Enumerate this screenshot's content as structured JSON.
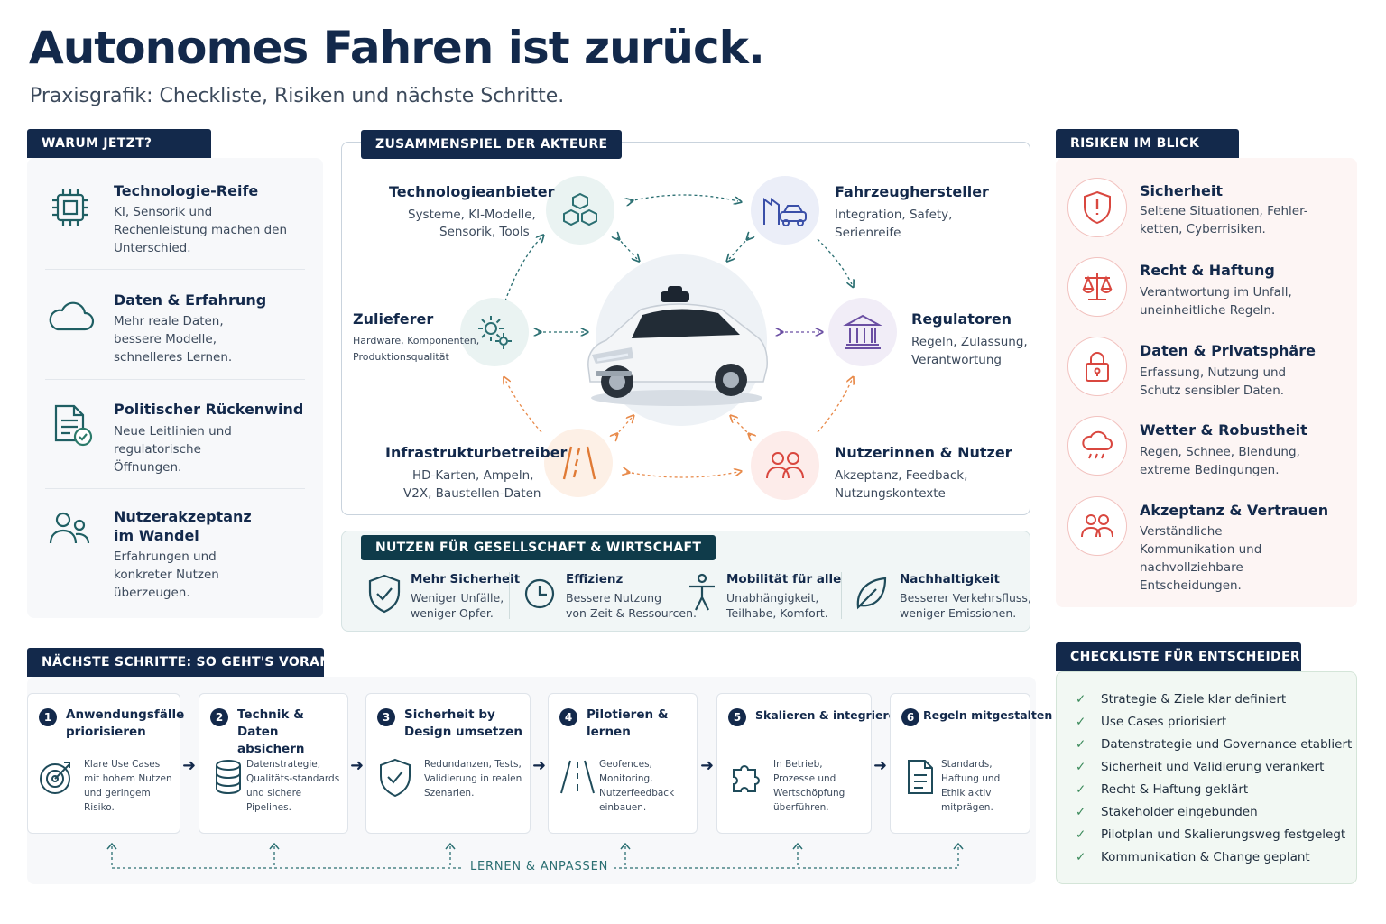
{
  "header": {
    "title": "Autonomes Fahren ist zurück.",
    "subtitle": "Praxisgrafik: Checkliste, Risiken und nächste Schritte."
  },
  "why_now": {
    "tag": "WARUM JETZT?",
    "items": [
      {
        "title": "Technologie-Reife",
        "text": "KI, Sensorik und Rechenleistung machen den Unterschied.",
        "icon": "chip-icon"
      },
      {
        "title": "Daten & Erfahrung",
        "text": "Mehr reale Daten, bessere Modelle, schnelleres Lernen.",
        "icon": "cloud-icon"
      },
      {
        "title": "Politischer Rückenwind",
        "text": "Neue Leitlinien und regulatorische Öffnungen.",
        "icon": "document-check-icon"
      },
      {
        "title": "Nutzerakzeptanz im Wandel",
        "text": "Erfahrungen und konkreter Nutzen überzeugen.",
        "icon": "users-icon"
      }
    ]
  },
  "actors": {
    "tag": "ZUSAMMENSPIEL DER AKTEURE",
    "items": [
      {
        "name": "Technologieanbieter",
        "desc1": "Systeme, KI-Modelle,",
        "desc2": "Sensorik, Tools"
      },
      {
        "name": "Fahrzeughersteller",
        "desc1": "Integration, Safety,",
        "desc2": "Serienreife"
      },
      {
        "name": "Zulieferer",
        "desc1": "Hardware, Komponenten,",
        "desc2": "Produktionsqualität"
      },
      {
        "name": "Regulatoren",
        "desc1": "Regeln, Zulassung,",
        "desc2": "Verantwortung"
      },
      {
        "name": "Infrastrukturbetreiber",
        "desc1": "HD-Karten, Ampeln,",
        "desc2": "V2X, Baustellen-Daten"
      },
      {
        "name": "Nutzerinnen & Nutzer",
        "desc1": "Akzeptanz, Feedback,",
        "desc2": "Nutzungskontexte"
      }
    ]
  },
  "benefits": {
    "tag": "NUTZEN FÜR GESELLSCHAFT & WIRTSCHAFT",
    "items": [
      {
        "title": "Mehr Sicherheit",
        "text1": "Weniger Unfälle,",
        "text2": "weniger Opfer."
      },
      {
        "title": "Effizienz",
        "text1": "Bessere Nutzung",
        "text2": "von Zeit & Ressourcen."
      },
      {
        "title": "Mobilität für alle",
        "text1": "Unabhängigkeit,",
        "text2": "Teilhabe, Komfort."
      },
      {
        "title": "Nachhaltigkeit",
        "text1": "Besserer Verkehrsfluss,",
        "text2": "weniger Emissionen."
      }
    ]
  },
  "risks": {
    "tag": "RISIKEN IM BLICK",
    "items": [
      {
        "title": "Sicherheit",
        "text": "Seltene Situationen, Fehler-ketten, Cyberrisiken."
      },
      {
        "title": "Recht & Haftung",
        "text": "Verantwortung im Unfall, uneinheitliche Regeln."
      },
      {
        "title": "Daten & Privatsphäre",
        "text": "Erfassung, Nutzung und Schutz sensibler Daten."
      },
      {
        "title": "Wetter & Robustheit",
        "text": "Regen, Schnee, Blendung, extreme Bedingungen."
      },
      {
        "title": "Akzeptanz & Vertrauen",
        "text": "Verständliche Kommunikation und nachvollziehbare Entscheidungen."
      }
    ]
  },
  "steps": {
    "tag": "NÄCHSTE SCHRITTE: SO GEHT'S VORAN",
    "loop_label": "LERNEN & ANPASSEN",
    "items": [
      {
        "num": "1",
        "title": "Anwendungsfälle priorisieren",
        "text": "Klare Use Cases mit hohem Nutzen und geringem Risiko."
      },
      {
        "num": "2",
        "title": "Technik & Daten absichern",
        "text": "Datenstrategie, Qualitäts-standards und sichere Pipelines."
      },
      {
        "num": "3",
        "title": "Sicherheit by Design umsetzen",
        "text": "Redundanzen, Tests, Validierung in realen Szenarien."
      },
      {
        "num": "4",
        "title": "Pilotieren & lernen",
        "text": "Geofences, Monitoring, Nutzerfeedback einbauen."
      },
      {
        "num": "5",
        "title": "Skalieren & integrieren",
        "text": "In Betrieb, Prozesse und Wertschöpfung überführen."
      },
      {
        "num": "6",
        "title": "Regeln mitgestalten",
        "text": "Standards, Haftung und Ethik aktiv mitprägen."
      }
    ]
  },
  "checklist": {
    "tag": "CHECKLISTE FÜR ENTSCHEIDER",
    "items": [
      "Strategie & Ziele klar definiert",
      "Use Cases priorisiert",
      "Datenstrategie und Governance etabliert",
      "Sicherheit und Validierung verankert",
      "Recht & Haftung geklärt",
      "Stakeholder eingebunden",
      "Pilotplan und Skalierungsweg festgelegt",
      "Kommunikation & Change geplant"
    ]
  },
  "colors": {
    "navy": "#13294b",
    "teal": "#2b6f72",
    "orange": "#e88a4a",
    "red": "#d9473f",
    "green": "#3a8a5a",
    "purple": "#6b4fa3"
  }
}
